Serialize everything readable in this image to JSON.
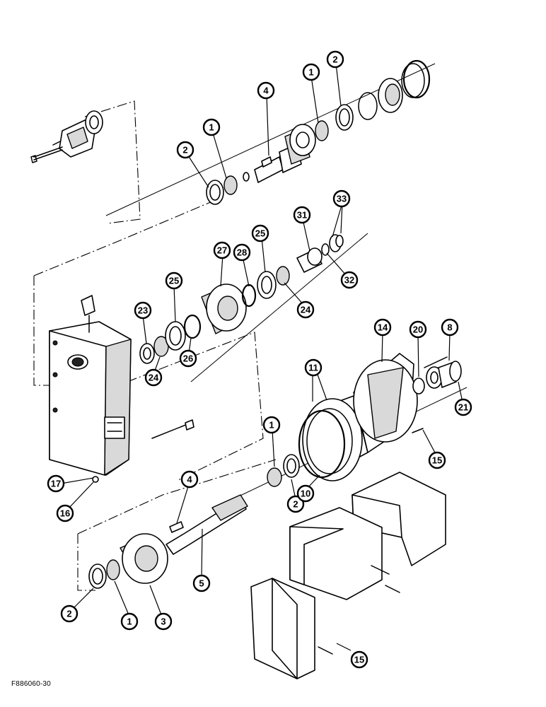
{
  "drawing": {
    "reference_code": "F886060-30",
    "callouts": [
      {
        "id": "c-2-top",
        "label": "2"
      },
      {
        "id": "c-1-top",
        "label": "1"
      },
      {
        "id": "c-4-top",
        "label": "4"
      },
      {
        "id": "c-1-topleft",
        "label": "1"
      },
      {
        "id": "c-2-topleft",
        "label": "2"
      },
      {
        "id": "c-33",
        "label": "33"
      },
      {
        "id": "c-31",
        "label": "31"
      },
      {
        "id": "c-32",
        "label": "32"
      },
      {
        "id": "c-25-right",
        "label": "25"
      },
      {
        "id": "c-28",
        "label": "28"
      },
      {
        "id": "c-27",
        "label": "27"
      },
      {
        "id": "c-24-right",
        "label": "24"
      },
      {
        "id": "c-25-left",
        "label": "25"
      },
      {
        "id": "c-23",
        "label": "23"
      },
      {
        "id": "c-24-left",
        "label": "24"
      },
      {
        "id": "c-26",
        "label": "26"
      },
      {
        "id": "c-14",
        "label": "14"
      },
      {
        "id": "c-20",
        "label": "20"
      },
      {
        "id": "c-8",
        "label": "8"
      },
      {
        "id": "c-11",
        "label": "11"
      },
      {
        "id": "c-21",
        "label": "21"
      },
      {
        "id": "c-1-mid",
        "label": "1"
      },
      {
        "id": "c-15-right",
        "label": "15"
      },
      {
        "id": "c-17",
        "label": "17"
      },
      {
        "id": "c-16",
        "label": "16"
      },
      {
        "id": "c-4-mid",
        "label": "4"
      },
      {
        "id": "c-2-mid",
        "label": "2"
      },
      {
        "id": "c-10",
        "label": "10"
      },
      {
        "id": "c-5",
        "label": "5"
      },
      {
        "id": "c-2-bottom",
        "label": "2"
      },
      {
        "id": "c-1-bottom",
        "label": "1"
      },
      {
        "id": "c-3",
        "label": "3"
      },
      {
        "id": "c-15-bottom",
        "label": "15"
      }
    ]
  }
}
